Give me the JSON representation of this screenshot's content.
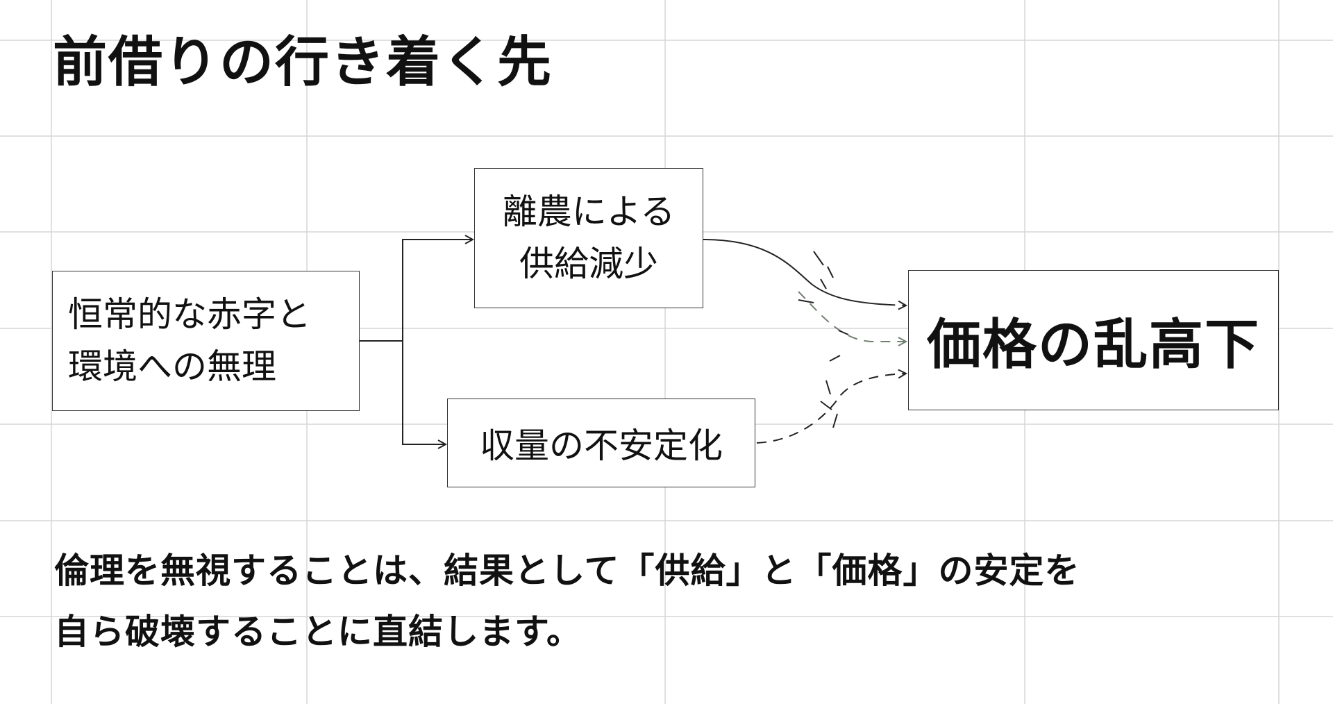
{
  "title": "前借りの行き着く先",
  "nodes": {
    "cause": {
      "lines": [
        "恒常的な赤字と",
        "環境への無理"
      ]
    },
    "supply": {
      "lines": [
        "離農による",
        "供給減少"
      ]
    },
    "yield": {
      "lines": [
        "収量の不安定化"
      ]
    },
    "price": {
      "lines": [
        "価格の乱高下"
      ]
    }
  },
  "conclusion": {
    "lines": [
      "倫理を無視することは、結果として「供給」と「価格」の安定を",
      "自ら破壊することに直結します。"
    ]
  },
  "colors": {
    "text": "#111111",
    "grid": "#d6d6d6",
    "arrow": "#222222",
    "arrow_accent": "#6f7f6f"
  }
}
